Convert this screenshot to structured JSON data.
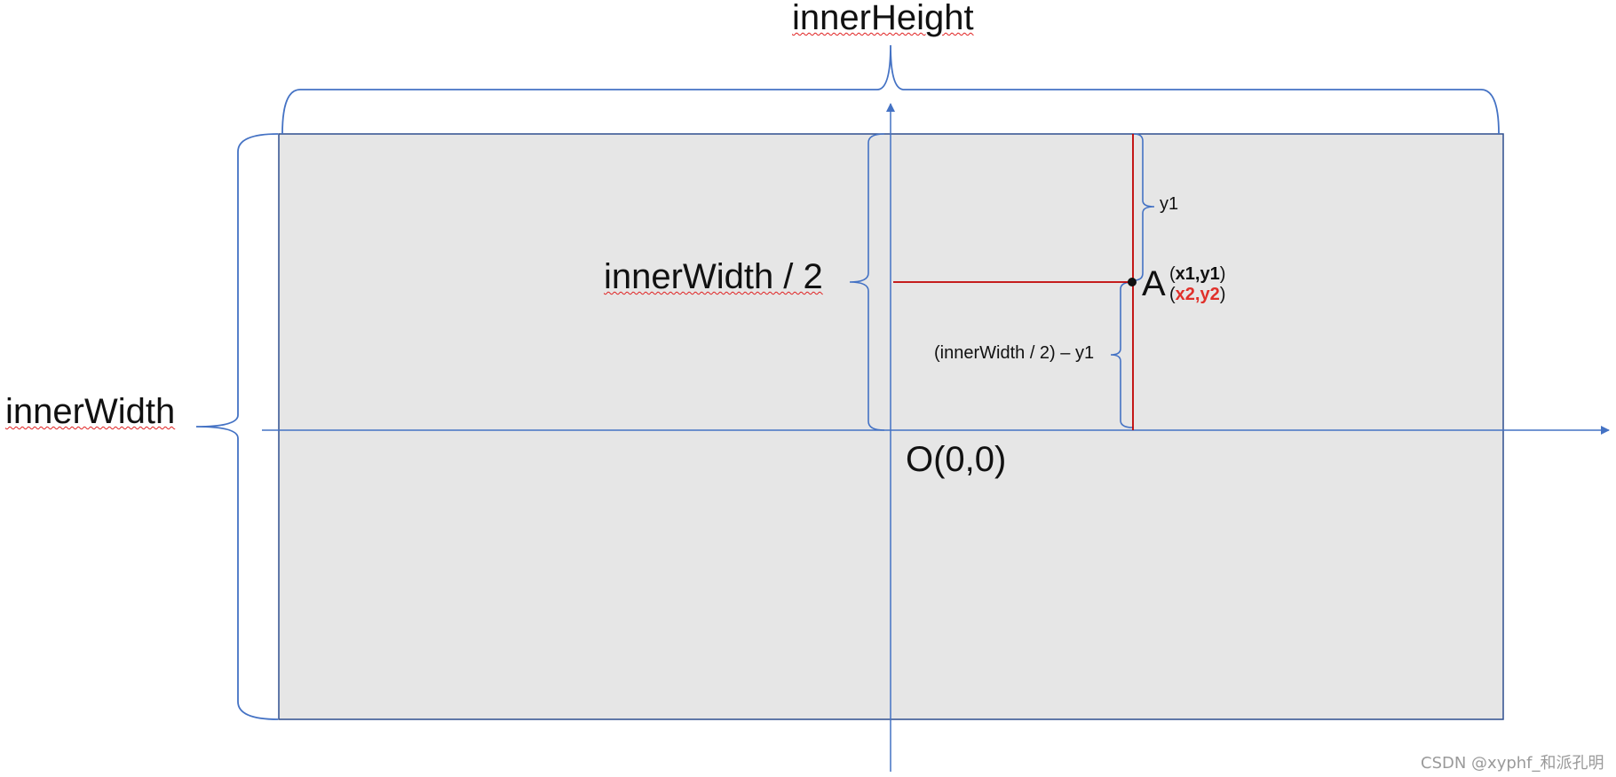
{
  "labels": {
    "inner_height": "innerHeight",
    "inner_width": "innerWidth",
    "inner_width_half": "innerWidth / 2",
    "y1": "y1",
    "inner_width_half_minus_y1": "(innerWidth / 2) – y1",
    "origin": "O(0,0)",
    "point_a": "A",
    "coord_black": "x1,y1",
    "coord_red": "x2,y2",
    "paren_open": "(",
    "paren_close": ")"
  },
  "watermark": "CSDN @xyphf_和派孔明",
  "colors": {
    "axis": "#4472c4",
    "box_fill": "#e6e6e6",
    "box_stroke": "#2f4f8f",
    "guide": "#c00000",
    "highlight": "#e0302a",
    "squiggle": "#e02020"
  }
}
